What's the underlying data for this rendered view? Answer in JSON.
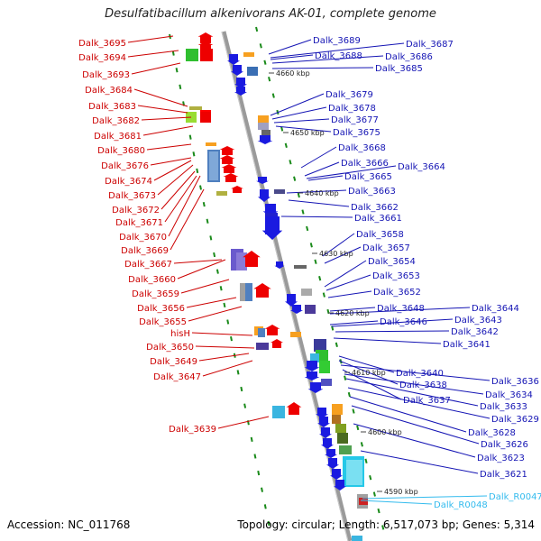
{
  "title": "Desulfatibacillum alkenivorans AK-01, complete genome",
  "footer": {
    "accession": "Accession: NC_011768",
    "summary": "Topology: circular; Length: 6,517,073 bp; Genes: 5,314"
  },
  "colors": {
    "left_label": "#cc0000",
    "right_label": "#1414b4",
    "rna_label": "#33bbee",
    "backbone": "#999999",
    "dots": "#1a8a1a"
  },
  "scale_labels": [
    "4660 kbp",
    "4650 kbp",
    "4640 kbp",
    "4630 kbp",
    "4620 kbp",
    "4610 kbp",
    "4600 kbp",
    "4590 kbp"
  ],
  "left_labels": [
    "Dalk_3695",
    "Dalk_3694",
    "Dalk_3693",
    "Dalk_3684",
    "Dalk_3683",
    "Dalk_3682",
    "Dalk_3681",
    "Dalk_3680",
    "Dalk_3676",
    "Dalk_3674",
    "Dalk_3673",
    "Dalk_3672",
    "Dalk_3671",
    "Dalk_3670",
    "Dalk_3669",
    "Dalk_3667",
    "Dalk_3660",
    "Dalk_3659",
    "Dalk_3656",
    "Dalk_3655",
    "hisH",
    "Dalk_3650",
    "Dalk_3649",
    "Dalk_3647",
    "Dalk_3639"
  ],
  "right_labels": [
    "Dalk_3689",
    "Dalk_3687",
    "Dalk_3688",
    "Dalk_3686",
    "Dalk_3685",
    "Dalk_3679",
    "Dalk_3678",
    "Dalk_3677",
    "Dalk_3675",
    "Dalk_3668",
    "Dalk_3666",
    "Dalk_3664",
    "Dalk_3665",
    "Dalk_3663",
    "Dalk_3662",
    "Dalk_3661",
    "Dalk_3658",
    "Dalk_3657",
    "Dalk_3654",
    "Dalk_3653",
    "Dalk_3652",
    "Dalk_3648",
    "Dalk_3644",
    "Dalk_3646",
    "Dalk_3643",
    "Dalk_3642",
    "Dalk_3641",
    "Dalk_3640",
    "Dalk_3638",
    "Dalk_3636",
    "Dalk_3637",
    "Dalk_3634",
    "Dalk_3633",
    "Dalk_3629",
    "Dalk_3628",
    "Dalk_3626",
    "Dalk_3623",
    "Dalk_3621"
  ],
  "rna_labels": [
    "Dalk_R0048",
    "Dalk_R0047"
  ]
}
